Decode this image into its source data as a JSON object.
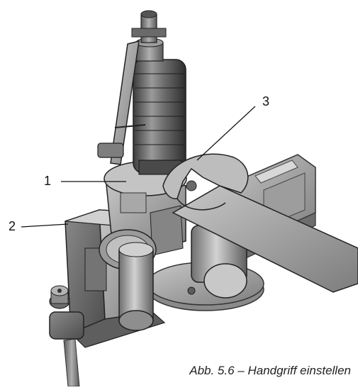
{
  "figure": {
    "caption": "Abb. 5.6 – Handgriff einstellen",
    "callouts": [
      {
        "id": "1",
        "label": "1"
      },
      {
        "id": "2",
        "label": "2"
      },
      {
        "id": "3",
        "label": "3"
      }
    ]
  }
}
